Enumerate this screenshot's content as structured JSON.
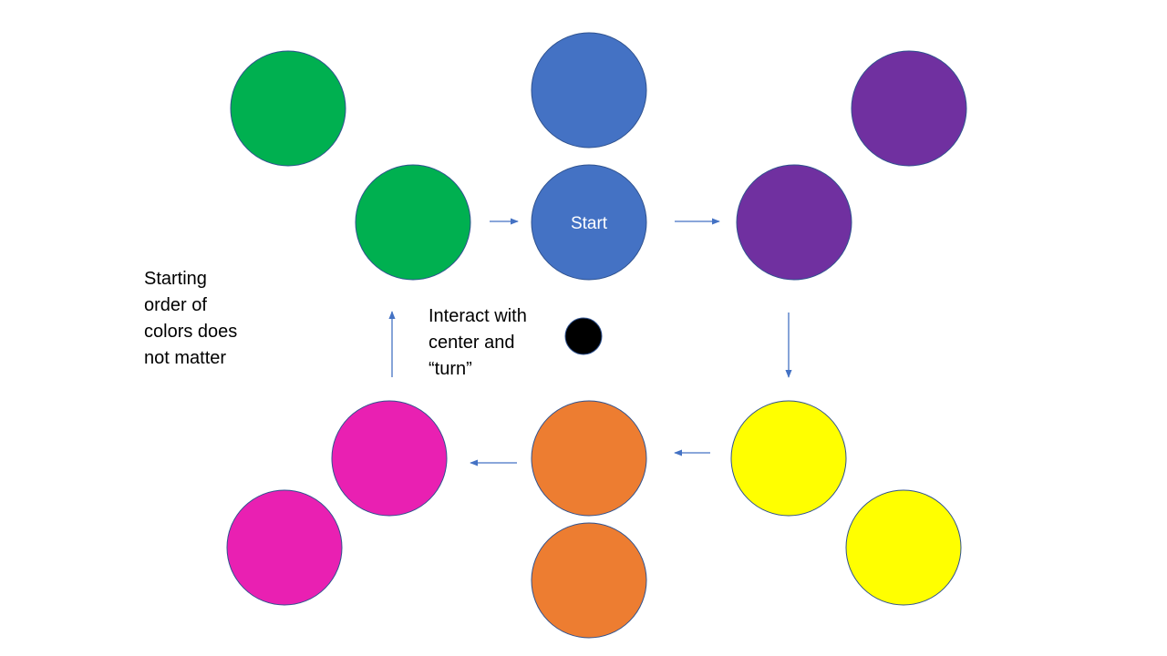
{
  "colors": {
    "green": "#00B050",
    "blue": "#4472C4",
    "purple": "#7030A0",
    "yellow": "#FFFF00",
    "orange": "#ED7D31",
    "pink": "#E920B2",
    "center": "#000000",
    "arrow": "#4472C4",
    "outline": "#2F528F"
  },
  "circles": [
    {
      "id": "green-outer",
      "color": "green"
    },
    {
      "id": "green-inner",
      "color": "green"
    },
    {
      "id": "blue-outer",
      "color": "blue"
    },
    {
      "id": "blue-start",
      "color": "blue",
      "label": "Start"
    },
    {
      "id": "purple-outer",
      "color": "purple"
    },
    {
      "id": "purple-inner",
      "color": "purple"
    },
    {
      "id": "yellow-inner",
      "color": "yellow"
    },
    {
      "id": "yellow-outer",
      "color": "yellow"
    },
    {
      "id": "orange-inner",
      "color": "orange"
    },
    {
      "id": "orange-outer",
      "color": "orange"
    },
    {
      "id": "pink-inner",
      "color": "pink"
    },
    {
      "id": "pink-outer",
      "color": "pink"
    },
    {
      "id": "center-dot",
      "color": "center"
    }
  ],
  "notes": {
    "starting_order": [
      "Starting",
      "order of",
      "colors does",
      "not matter"
    ],
    "interact": [
      "Interact with",
      "center and",
      "“turn”"
    ]
  }
}
